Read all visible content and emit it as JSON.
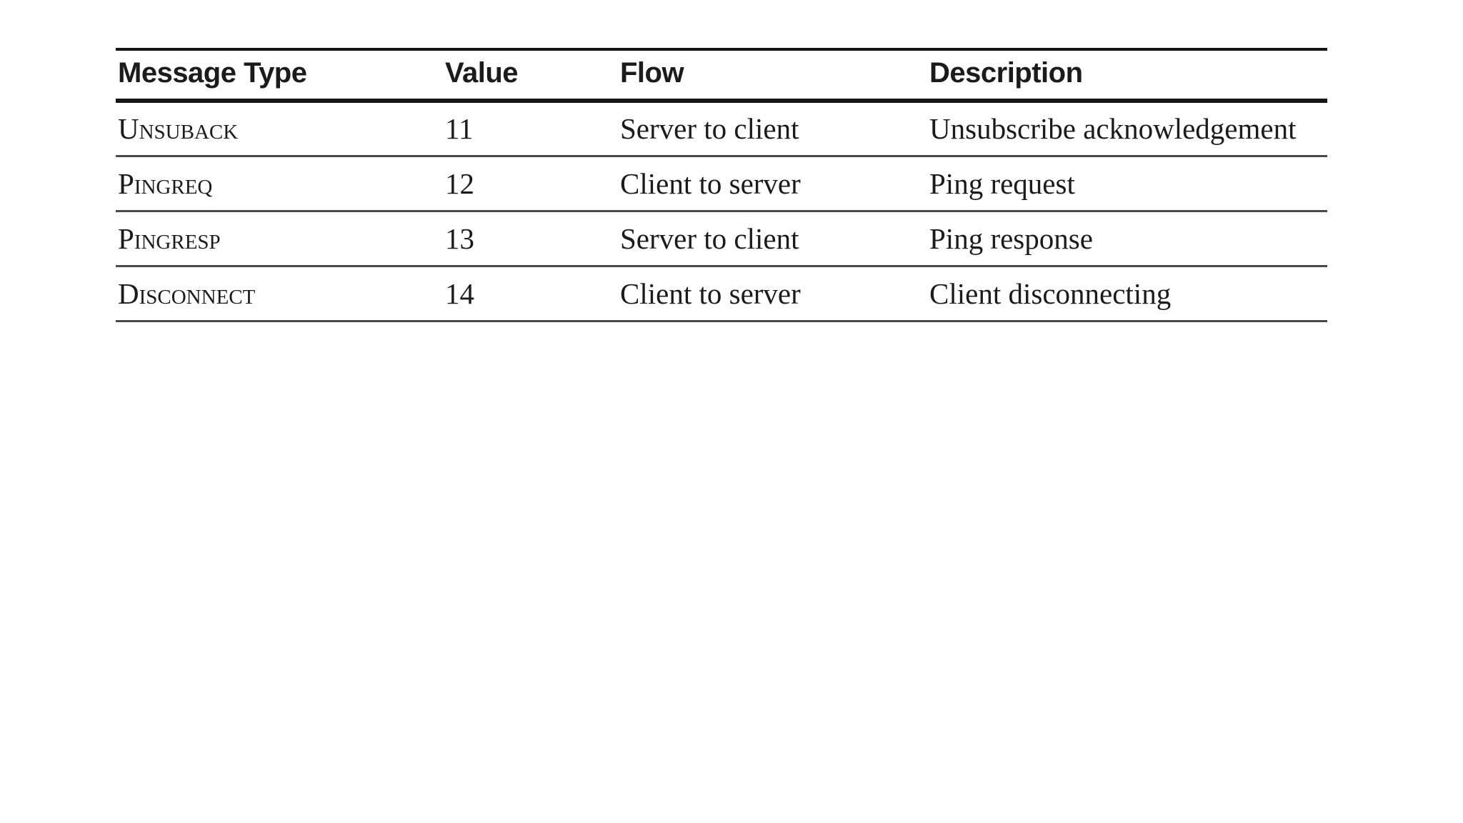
{
  "table": {
    "columns": [
      {
        "key": "message_type",
        "label": "Message Type"
      },
      {
        "key": "value",
        "label": "Value"
      },
      {
        "key": "flow",
        "label": "Flow"
      },
      {
        "key": "description",
        "label": "Description"
      }
    ],
    "rows": [
      {
        "message_type": "UNSUBACK",
        "value": "11",
        "flow": "Server to client",
        "description": "Unsubscribe acknowledgement"
      },
      {
        "message_type": "PINGREQ",
        "value": "12",
        "flow": "Client to server",
        "description": "Ping request"
      },
      {
        "message_type": "PINGRESP",
        "value": "13",
        "flow": "Server to client",
        "description": "Ping response"
      },
      {
        "message_type": "DISCONNECT",
        "value": "14",
        "flow": "Client to server",
        "description": "Client disconnecting"
      }
    ]
  },
  "colors": {
    "text": "#1b1b1b",
    "rule_heavy": "#161616",
    "rule_light": "#4a4a4a",
    "background": "#ffffff"
  }
}
